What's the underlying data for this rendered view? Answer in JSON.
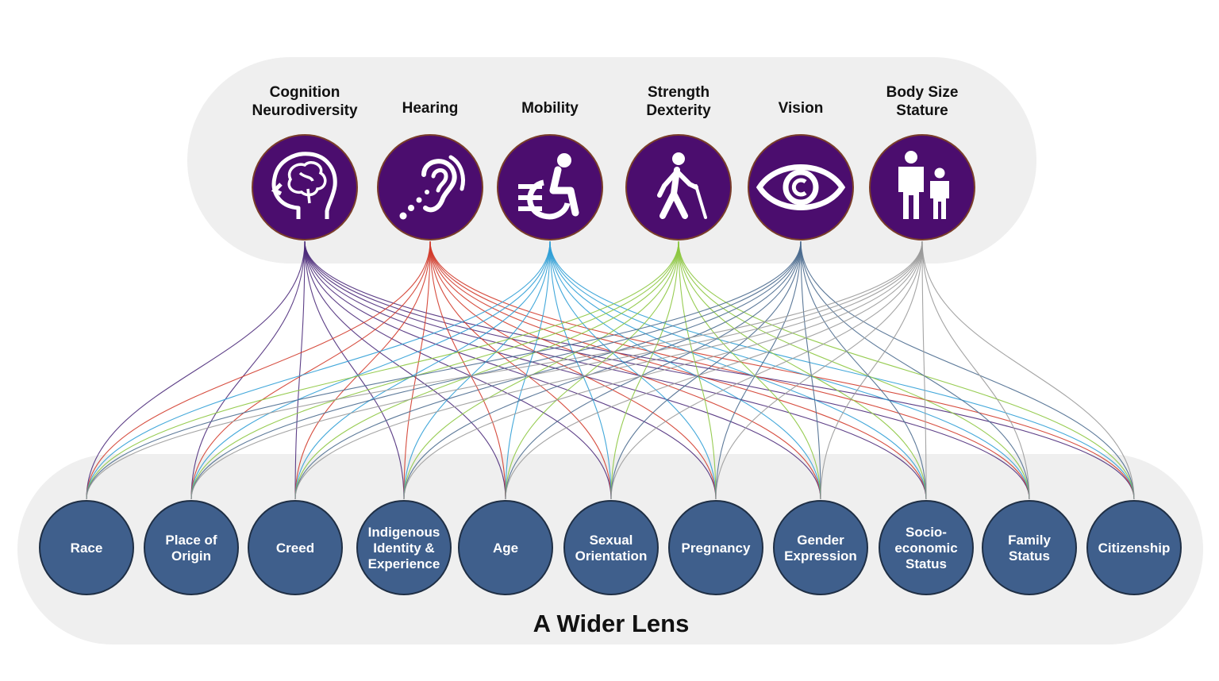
{
  "title": "A Wider Lens",
  "colors": {
    "top_circle_fill": "#4b0d6e",
    "top_circle_stroke": "#7a3d2a",
    "bottom_circle_fill": "#3f5f8c",
    "bottom_circle_stroke": "#1f2f45",
    "panel_fill": "#efefef",
    "label_color": "#111111"
  },
  "top_nodes": [
    {
      "lines": [
        "Cognition",
        "Neurodiversity"
      ],
      "icon": "brain-head-icon",
      "color": "#4b2a7a"
    },
    {
      "lines": [
        "Hearing"
      ],
      "icon": "hearing-icon",
      "color": "#d23a2a"
    },
    {
      "lines": [
        "Mobility"
      ],
      "icon": "wheelchair-icon",
      "color": "#2f9fd6"
    },
    {
      "lines": [
        "Strength",
        "Dexterity"
      ],
      "icon": "cane-walker-icon",
      "color": "#8cc63f"
    },
    {
      "lines": [
        "Vision"
      ],
      "icon": "eye-icon",
      "color": "#4a6a8e"
    },
    {
      "lines": [
        "Body Size",
        "Stature"
      ],
      "icon": "adult-child-icon",
      "color": "#9a9a9a"
    }
  ],
  "bottom_nodes": [
    {
      "lines": [
        "Race"
      ]
    },
    {
      "lines": [
        "Place of",
        "Origin"
      ]
    },
    {
      "lines": [
        "Creed"
      ]
    },
    {
      "lines": [
        "Indigenous",
        "Identity &",
        "Experience"
      ]
    },
    {
      "lines": [
        "Age"
      ]
    },
    {
      "lines": [
        "Sexual",
        "Orientation"
      ]
    },
    {
      "lines": [
        "Pregnancy"
      ]
    },
    {
      "lines": [
        "Gender",
        "Expression"
      ]
    },
    {
      "lines": [
        "Socio-",
        "economic",
        "Status"
      ]
    },
    {
      "lines": [
        "Family",
        "Status"
      ]
    },
    {
      "lines": [
        "Citizenship"
      ]
    }
  ]
}
